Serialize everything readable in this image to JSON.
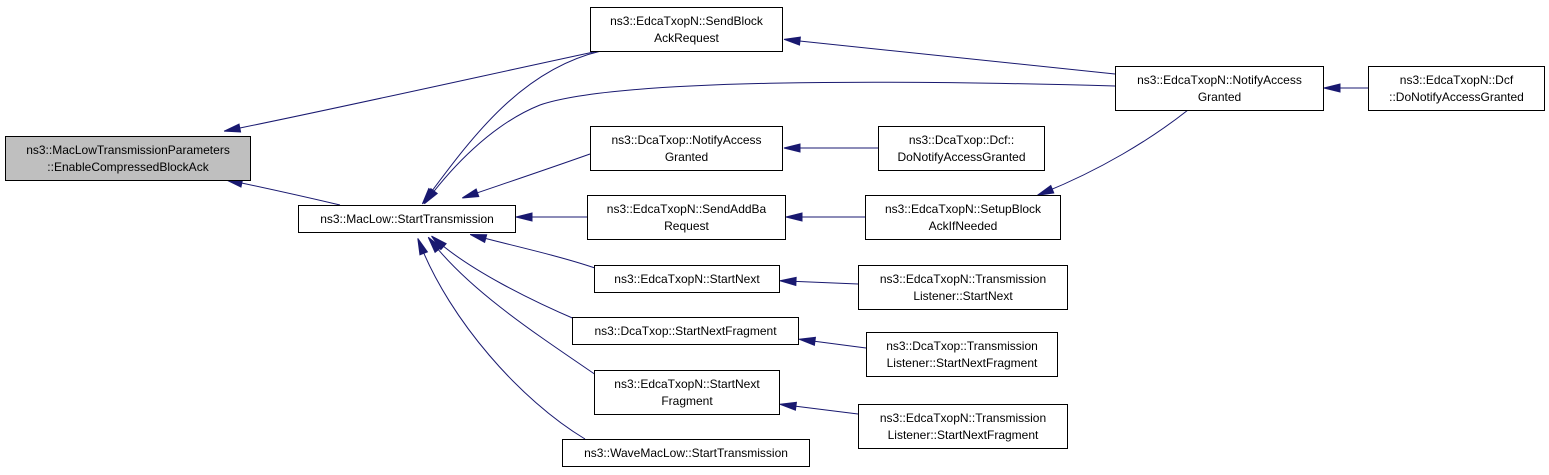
{
  "graph": {
    "nodes": [
      {
        "id": "root",
        "lines": [
          "ns3::MacLowTransmissionParameters",
          "::EnableCompressedBlockAck"
        ],
        "highlighted": true
      },
      {
        "id": "maclow_start",
        "lines": [
          "ns3::MacLow::StartTransmission"
        ]
      },
      {
        "id": "edca_sendblock",
        "lines": [
          "ns3::EdcaTxopN::SendBlock",
          "AckRequest"
        ]
      },
      {
        "id": "dca_notify",
        "lines": [
          "ns3::DcaTxop::NotifyAccess",
          "Granted"
        ]
      },
      {
        "id": "edca_sendaddba",
        "lines": [
          "ns3::EdcaTxopN::SendAddBa",
          "Request"
        ]
      },
      {
        "id": "edca_startnext",
        "lines": [
          "ns3::EdcaTxopN::StartNext"
        ]
      },
      {
        "id": "dca_startnextfrag",
        "lines": [
          "ns3::DcaTxop::StartNextFragment"
        ]
      },
      {
        "id": "edca_startnextfrag",
        "lines": [
          "ns3::EdcaTxopN::StartNext",
          "Fragment"
        ]
      },
      {
        "id": "wave_start",
        "lines": [
          "ns3::WaveMacLow::StartTransmission"
        ]
      },
      {
        "id": "edca_notify",
        "lines": [
          "ns3::EdcaTxopN::NotifyAccess",
          "Granted"
        ]
      },
      {
        "id": "dca_dcf_notify",
        "lines": [
          "ns3::DcaTxop::Dcf::",
          "DoNotifyAccessGranted"
        ]
      },
      {
        "id": "edca_setup",
        "lines": [
          "ns3::EdcaTxopN::SetupBlock",
          "AckIfNeeded"
        ]
      },
      {
        "id": "edca_tl_startnext",
        "lines": [
          "ns3::EdcaTxopN::Transmission",
          "Listener::StartNext"
        ]
      },
      {
        "id": "dca_tl_startnextfrag",
        "lines": [
          "ns3::DcaTxop::Transmission",
          "Listener::StartNextFragment"
        ]
      },
      {
        "id": "edca_tl_startnextfrag",
        "lines": [
          "ns3::EdcaTxopN::Transmission",
          "Listener::StartNextFragment"
        ]
      },
      {
        "id": "edca_dcf_notify",
        "lines": [
          "ns3::EdcaTxopN::Dcf",
          "::DoNotifyAccessGranted"
        ]
      }
    ],
    "edges": [
      {
        "from": "edca_sendblock",
        "to": "root"
      },
      {
        "from": "maclow_start",
        "to": "root"
      },
      {
        "from": "edca_sendblock",
        "to": "maclow_start"
      },
      {
        "from": "edca_notify",
        "to": "maclow_start"
      },
      {
        "from": "dca_notify",
        "to": "maclow_start"
      },
      {
        "from": "edca_sendaddba",
        "to": "maclow_start"
      },
      {
        "from": "edca_startnext",
        "to": "maclow_start"
      },
      {
        "from": "dca_startnextfrag",
        "to": "maclow_start"
      },
      {
        "from": "edca_startnextfrag",
        "to": "maclow_start"
      },
      {
        "from": "wave_start",
        "to": "maclow_start"
      },
      {
        "from": "edca_notify",
        "to": "edca_sendblock"
      },
      {
        "from": "dca_dcf_notify",
        "to": "dca_notify"
      },
      {
        "from": "edca_setup",
        "to": "edca_sendaddba"
      },
      {
        "from": "edca_notify",
        "to": "edca_setup"
      },
      {
        "from": "edca_tl_startnext",
        "to": "edca_startnext"
      },
      {
        "from": "dca_tl_startnextfrag",
        "to": "dca_startnextfrag"
      },
      {
        "from": "edca_tl_startnextfrag",
        "to": "edca_startnextfrag"
      },
      {
        "from": "edca_dcf_notify",
        "to": "edca_notify"
      }
    ],
    "colors": {
      "edge": "#191970",
      "root_fill": "#bfbfbf",
      "node_fill": "#ffffff",
      "border": "#000000"
    }
  }
}
